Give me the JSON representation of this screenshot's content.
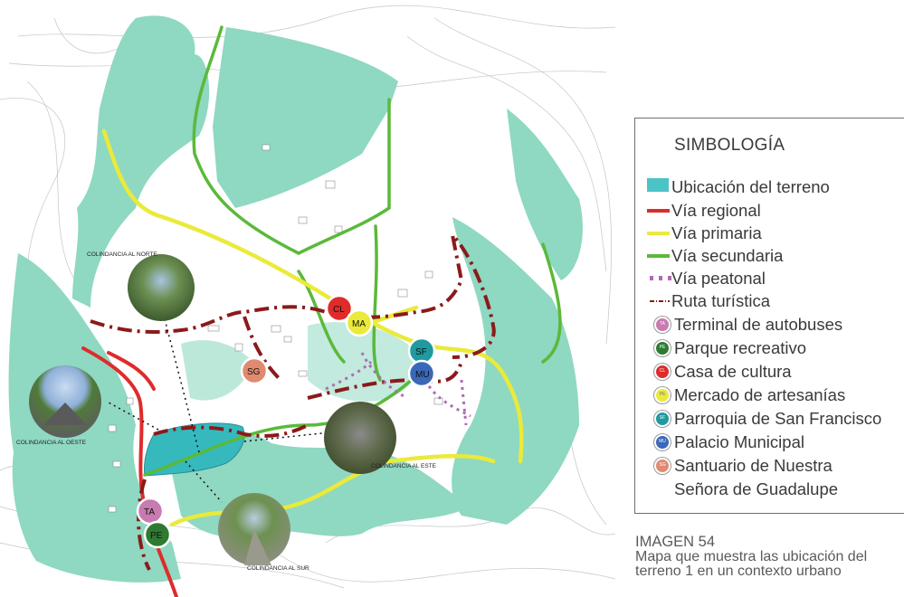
{
  "legend": {
    "title": "SIMBOLOGÍA",
    "items": [
      {
        "kind": "area",
        "label": "Ubicación del terreno",
        "color": "#4cc3c7"
      },
      {
        "kind": "line",
        "label": "Vía regional",
        "color": "#e02b2b"
      },
      {
        "kind": "line",
        "label": "Vía primaria",
        "color": "#eaea3a"
      },
      {
        "kind": "line",
        "label": "Vía secundaria",
        "color": "#5bb93a"
      },
      {
        "kind": "dots",
        "label": "Vía peatonal",
        "color": "#b06ab5"
      },
      {
        "kind": "dashdot",
        "label": "Ruta turística",
        "color": "#8b1a1a"
      },
      {
        "kind": "poi",
        "label": "Terminal de autobuses",
        "color": "#c77bb1",
        "code": "TA"
      },
      {
        "kind": "poi",
        "label": "Parque recreativo",
        "color": "#2e7a32",
        "code": "PE"
      },
      {
        "kind": "poi",
        "label": "Casa de cultura",
        "color": "#e02b2b",
        "code": "CL"
      },
      {
        "kind": "poi",
        "label": "Mercado de artesanías",
        "color": "#eaea3a",
        "code": "PE"
      },
      {
        "kind": "poi",
        "label": "Parroquia de San Francisco",
        "color": "#1e9aa0",
        "code": "SF"
      },
      {
        "kind": "poi",
        "label": "Palacio Municipal",
        "color": "#3a68b8",
        "code": "MU"
      },
      {
        "kind": "poi",
        "label": "Santuario de Nuestra",
        "color": "#e08a70",
        "code": "SG"
      },
      {
        "kind": "text",
        "label": "Señora de Guadalupe"
      }
    ]
  },
  "caption": {
    "number": "IMÁGEN 54",
    "text": "Mapa que muestra las ubicación del terreno 1 en un contexto urbano"
  },
  "map": {
    "photos": [
      {
        "label": "COLINDANCIA AL NORTE"
      },
      {
        "label": "COLINDANCIA AL OESTE"
      },
      {
        "label": "COLINDANCIA AL ESTE"
      },
      {
        "label": "COLINDANCIA AL SUR"
      }
    ],
    "pois": [
      {
        "code": "CL",
        "color": "#e02b2b"
      },
      {
        "code": "MA",
        "color": "#eaea3a"
      },
      {
        "code": "SF",
        "color": "#1e9aa0"
      },
      {
        "code": "MU",
        "color": "#3a68b8"
      },
      {
        "code": "SG",
        "color": "#e08a70"
      },
      {
        "code": "TA",
        "color": "#c77bb1"
      },
      {
        "code": "PE",
        "color": "#2e7a32"
      }
    ],
    "colors": {
      "green_area": "#8fd8c2",
      "terreno": "#36b9bd",
      "background": "#ffffff",
      "contour": "#bdbdbd"
    }
  }
}
